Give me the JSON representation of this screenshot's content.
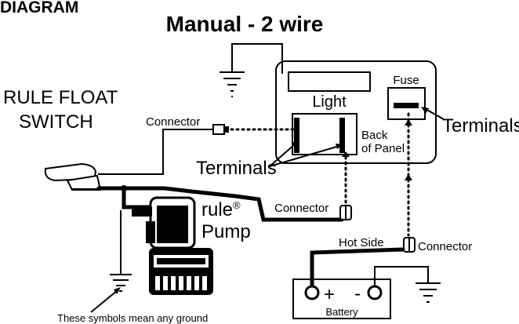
{
  "heading": "DIAGRAM",
  "title": "Manual - 2 wire",
  "float_switch": {
    "line1": "RULE FLOAT",
    "line2": "SWITCH"
  },
  "panel": {
    "light": "Light",
    "fuse": "Fuse",
    "back_line1": "Back",
    "back_line2": "of Panel",
    "terminals_left": "Terminals",
    "terminals_right": "Terminals"
  },
  "connectors": {
    "switch": "Connector",
    "pump": "Connector",
    "battery": "Connector"
  },
  "pump": {
    "brand": "rule",
    "mark": "®",
    "name": "Pump"
  },
  "battery": {
    "label": "Battery",
    "plus": "+",
    "minus": "-",
    "hot_side": "Hot Side"
  },
  "note": "These symbols mean any ground"
}
